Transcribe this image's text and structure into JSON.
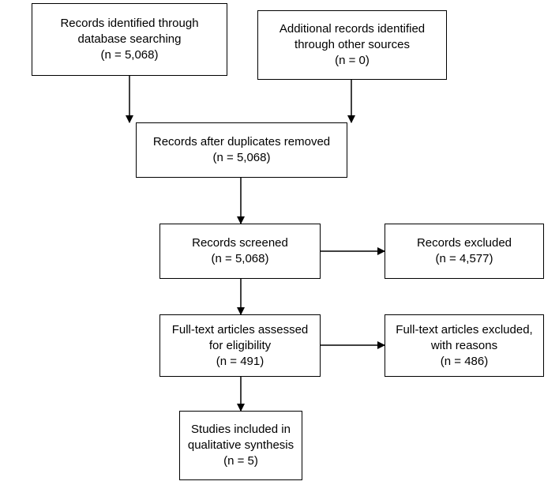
{
  "boxes": {
    "identified_db": {
      "lines": [
        "Records identified through",
        "database searching",
        "(n = 5,068)"
      ]
    },
    "identified_other": {
      "lines": [
        "Additional records identified",
        "through other sources",
        "(n = 0)"
      ]
    },
    "after_duplicates": {
      "lines": [
        "Records after duplicates removed",
        "(n = 5,068)"
      ]
    },
    "screened": {
      "lines": [
        "Records screened",
        "(n = 5,068)"
      ]
    },
    "excluded": {
      "lines": [
        "Records excluded",
        "(n = 4,577)"
      ]
    },
    "fulltext_assessed": {
      "lines": [
        "Full-text articles assessed",
        "for eligibility",
        "(n = 491)"
      ]
    },
    "fulltext_excluded": {
      "lines": [
        "Full-text articles excluded,",
        "with reasons",
        "(n = 486)"
      ]
    },
    "included": {
      "lines": [
        "Studies included in",
        "qualitative synthesis",
        "(n = 5)"
      ]
    }
  }
}
